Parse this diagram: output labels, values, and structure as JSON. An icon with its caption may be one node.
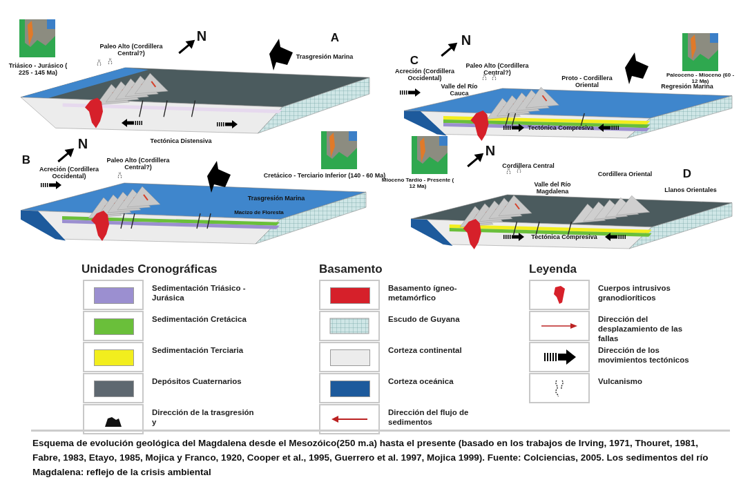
{
  "diagram": {
    "caption": "Esquema de evolución geológica del Magdalena desde el Mesozóico(250 m.a) hasta el presente (basado en los trabajos de Irving, 1971, Thouret, 1981, Fabre, 1983, Etayo, 1985, Mojica y Franco, 1920, Cooper et al., 1995, Guerrero et al. 1997, Mojica 1999). Fuente: Colciencias, 2005. Los sedimentos del río Magdalena: reflejo de la crisis ambiental",
    "labels": [
      "Paleo Alto (Cordillera Central?)",
      "N",
      "A",
      "Trasgresión Marina",
      "Triásico - Jurásico ( 225 - 145 Ma)",
      "Tectónica Distensiva",
      "C",
      "N",
      "Paleo Alto (Cordillera Central?)",
      "Acreción (Cordillera Occidental)",
      "Valle del Río Cauca",
      "Proto - Cordillera Oriental",
      "Regresión Marina",
      "Paleoceno - Mioceno (60 - 12 Ma)",
      "Tectónica Compresiva",
      "B",
      "N",
      "Paleo Alto (Cordillera Central?)",
      "Acreción (Cordillera Occidental)",
      "Cretácico - Terciario Inferior (140 - 60 Ma)",
      "Trasgresión Marina",
      "Macizo de Floresta",
      "Mioceno Tardío - Presente ( 12 Ma)",
      "N",
      "Cordillera Central",
      "Cordillera Oriental",
      "D",
      "Valle del Río Magdalena",
      "Llanos Orientales",
      "Tectónica Compresiva",
      "Unidades Cronográficas",
      "Basamento",
      "Leyenda"
    ],
    "legend": [
      {
        "text": "Sedimentación Triásico - Jurásica",
        "color": "#9b8fd0"
      },
      {
        "text": "Sedimentación Cretácica",
        "color": "#6abf3a"
      },
      {
        "text": "Sedimentación Terciaria",
        "color": "#f2ee1e"
      },
      {
        "text": "Depósitos Cuaternarios",
        "color": "#5e6870"
      },
      {
        "text": "Dirección de la trasgresión y"
      },
      {
        "text": "Basamento ígneo-metamórfico",
        "color": "#d6202a"
      },
      {
        "text": "Escudo de Guyana"
      },
      {
        "text": "Corteza continental",
        "color": "#ececec"
      },
      {
        "text": "Corteza oceánica",
        "color": "#1d5a9c"
      },
      {
        "text": "Dirección del flujo de sedimentos"
      },
      {
        "text": "Cuerpos intrusivos granodioríticos"
      },
      {
        "text": "Dirección del desplazamiento de las fallas"
      },
      {
        "text": "Dirección de los movimientos tectónicos"
      },
      {
        "text": "Vulcanismo"
      }
    ]
  }
}
